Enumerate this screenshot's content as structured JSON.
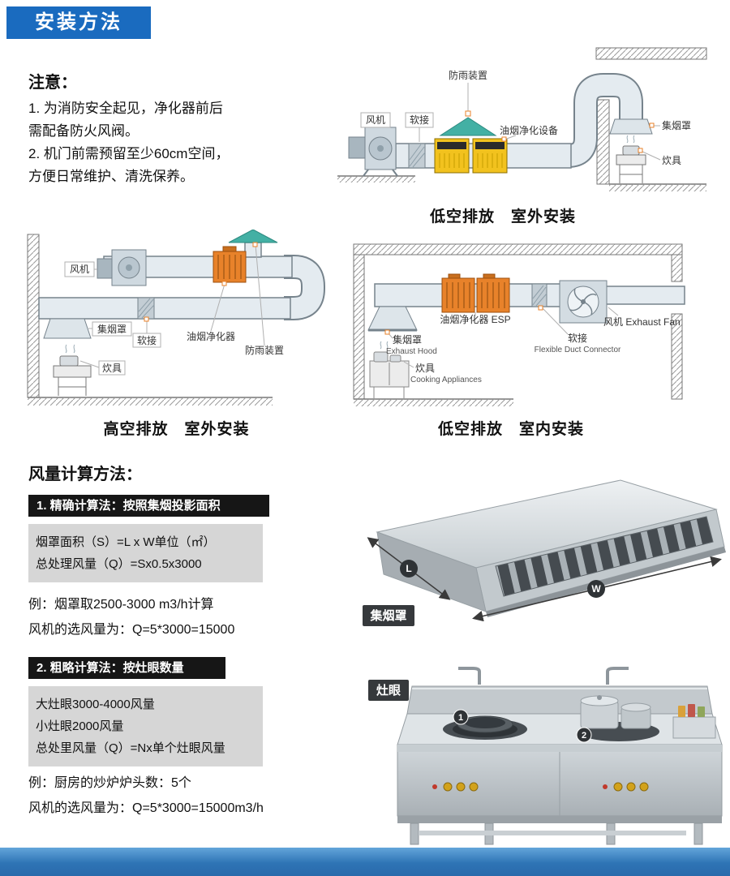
{
  "page": {
    "badge": "安装方法"
  },
  "colors": {
    "badge_blue": "#1a6bbf",
    "bottom_bar_blue": "#2e74b5",
    "purifier_yellow": "#f2c21e",
    "purifier_orange": "#e8822a",
    "rain_cap_teal": "#43b0a4"
  },
  "notice": {
    "title": "注意：",
    "line1": "1. 为消防安全起见，净化器前后",
    "line2": "需配备防火风阀。",
    "line3": "2. 机门前需预留至少60cm空间，",
    "line4": "方便日常维护、清洗保养。"
  },
  "diagram_outdoor_low": {
    "caption": "低空排放　室外安装",
    "rain_device": "防雨装置",
    "fan": "风机",
    "flex": "软接",
    "purifier": "油烟净化设备",
    "hood": "集烟罩",
    "cooker": "炊具"
  },
  "diagram_outdoor_high": {
    "caption": "高空排放　室外安装",
    "fan": "风机",
    "hood": "集烟罩",
    "flex": "软接",
    "purifier": "油烟净化器",
    "rain_device": "防雨装置",
    "cooker": "炊具"
  },
  "diagram_indoor_low": {
    "caption": "低空排放　室内安装",
    "hood_cn": "集烟罩",
    "hood_en": "Exhaust Hood",
    "purifier": "油烟净化器 ESP",
    "flex_cn": "软接",
    "flex_en": "Flexible Duct Connector",
    "fan": "风机 Exhaust Fan",
    "cooker_cn": "炊具",
    "cooker_en": "Cooking Appliances"
  },
  "calc": {
    "title": "风量计算方法：",
    "m1_header": "1. 精确计算法：按照集烟投影面积",
    "m1_line1": "烟罩面积（S）=L x W单位（㎡）",
    "m1_line2": "总处理风量（Q）=Sx0.5x3000",
    "m1_ex1": "例：烟罩取2500-3000 m3/h计算",
    "m1_ex2": "风机的选风量为：Q=5*3000=15000",
    "m2_header": "2. 粗略计算法：按灶眼数量",
    "m2_line1": "大灶眼3000-4000风量",
    "m2_line2": "小灶眼2000风量",
    "m2_line3": "总处里风量（Q）=Nx单个灶眼风量",
    "m2_ex1": "例：厨房的炒炉炉头数：5个",
    "m2_ex2": "风机的选风量为：Q=5*3000=15000m3/h"
  },
  "hood_image": {
    "label": "集烟罩",
    "dim_l": "L",
    "dim_w": "W"
  },
  "stove_image": {
    "label": "灶眼",
    "marker1": "1",
    "marker2": "2"
  }
}
